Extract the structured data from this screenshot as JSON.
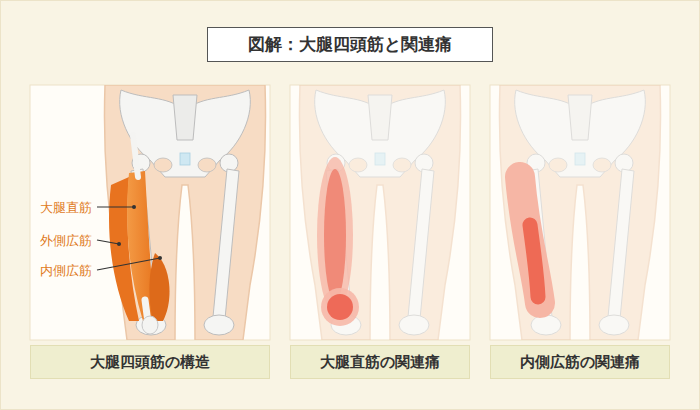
{
  "diagram": {
    "title": "図解：大腿四頭筋と関連痛",
    "nodes": [
      {
        "text": [
          "大腿四頭筋の構造"
        ]
      },
      {
        "text": [
          "大腿直筋の関連痛"
        ]
      },
      {
        "text": [
          "内側広筋の関連痛"
        ]
      }
    ],
    "labels": [
      "大腿直筋",
      "外側広筋",
      "内側広筋"
    ]
  }
}
